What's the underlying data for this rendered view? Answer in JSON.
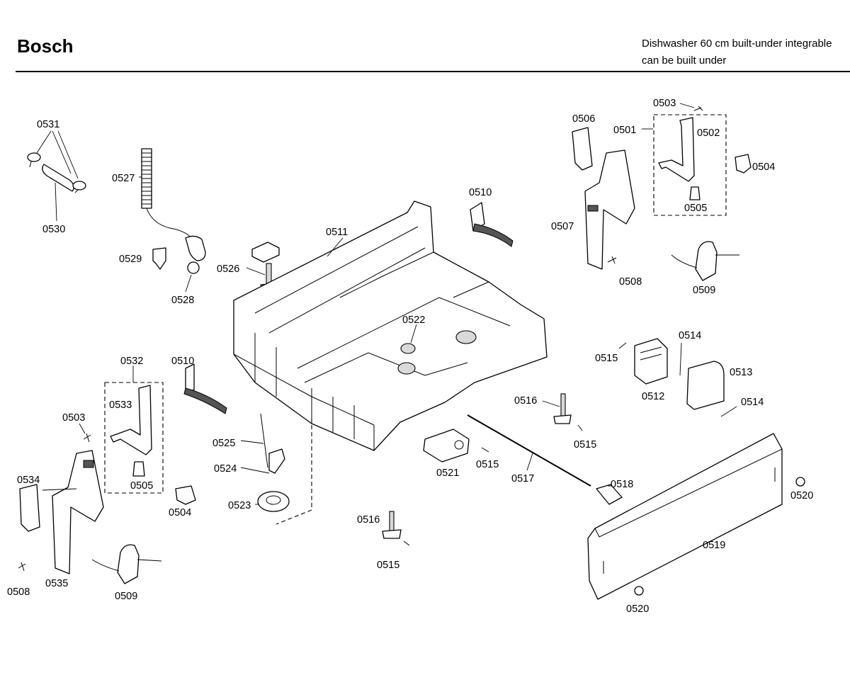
{
  "header": {
    "brand": "Bosch",
    "description_line1": "Dishwasher 60 cm built-under integrable",
    "description_line2": "can be built under"
  },
  "callouts": {
    "c0531": "0531",
    "c0530": "0530",
    "c0527": "0527",
    "c0529": "0529",
    "c0528": "0528",
    "c0526": "0526",
    "c0511": "0511",
    "c0510a": "0510",
    "c0510b": "0510",
    "c0506": "0506",
    "c0501": "0501",
    "c0503a": "0503",
    "c0502": "0502",
    "c0504a": "0504",
    "c0505a": "0505",
    "c0507": "0507",
    "c0508a": "0508",
    "c0509a": "0509",
    "c0522": "0522",
    "c0515a": "0515",
    "c0514a": "0514",
    "c0513": "0513",
    "c0512": "0512",
    "c0514b": "0514",
    "c0516a": "0516",
    "c0515b": "0515",
    "c0532": "0532",
    "c0533": "0533",
    "c0503b": "0503",
    "c0505b": "0505",
    "c0504b": "0504",
    "c0534": "0534",
    "c0508b": "0508",
    "c0535": "0535",
    "c0509b": "0509",
    "c0525": "0525",
    "c0524": "0524",
    "c0523": "0523",
    "c0521": "0521",
    "c0515c": "0515",
    "c0517": "0517",
    "c0518": "0518",
    "c0520a": "0520",
    "c0519": "0519",
    "c0516b": "0516",
    "c0515d": "0515",
    "c0520b": "0520"
  }
}
